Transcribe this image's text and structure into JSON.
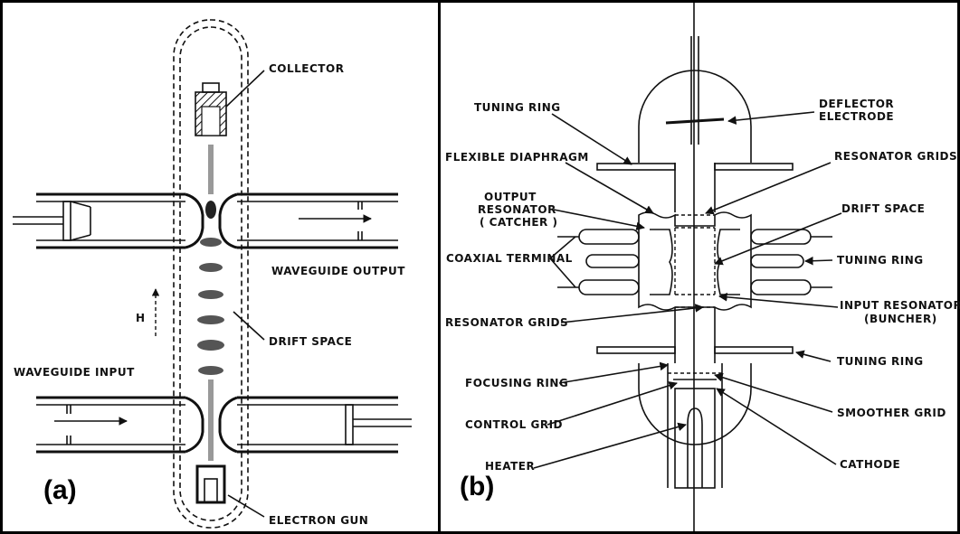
{
  "panel_a": {
    "tag": "(a)",
    "labels": {
      "collector": "COLLECTOR",
      "waveguide_output": "WAVEGUIDE OUTPUT",
      "drift_space": "DRIFT SPACE",
      "waveguide_input": "WAVEGUIDE INPUT",
      "electron_gun": "ELECTRON GUN",
      "h": "H"
    }
  },
  "panel_b": {
    "tag": "(b)",
    "labels": {
      "tuning_ring_top": "TUNING RING",
      "deflector_1": "DEFLECTOR",
      "deflector_2": "ELECTRODE",
      "flexible_diaphragm": "FLEXIBLE DIAPHRAGM",
      "resonator_grids_top": "RESONATOR GRIDS",
      "output_res_1": "OUTPUT",
      "output_res_2": "RESONATOR",
      "output_res_3": "( CATCHER )",
      "drift_space": "DRIFT SPACE",
      "coaxial_terminal": "COAXIAL TERMINAL",
      "tuning_ring_mid": "TUNING RING",
      "input_res_1": "INPUT RESONATOR",
      "input_res_2": "(BUNCHER)",
      "resonator_grids_bot": "RESONATOR GRIDS",
      "tuning_ring_bot": "TUNING RING",
      "focusing_ring": "FOCUSING RING",
      "smoother_grid": "SMOOTHER GRID",
      "control_grid": "CONTROL GRID",
      "heater": "HEATER",
      "cathode": "CATHODE"
    }
  }
}
